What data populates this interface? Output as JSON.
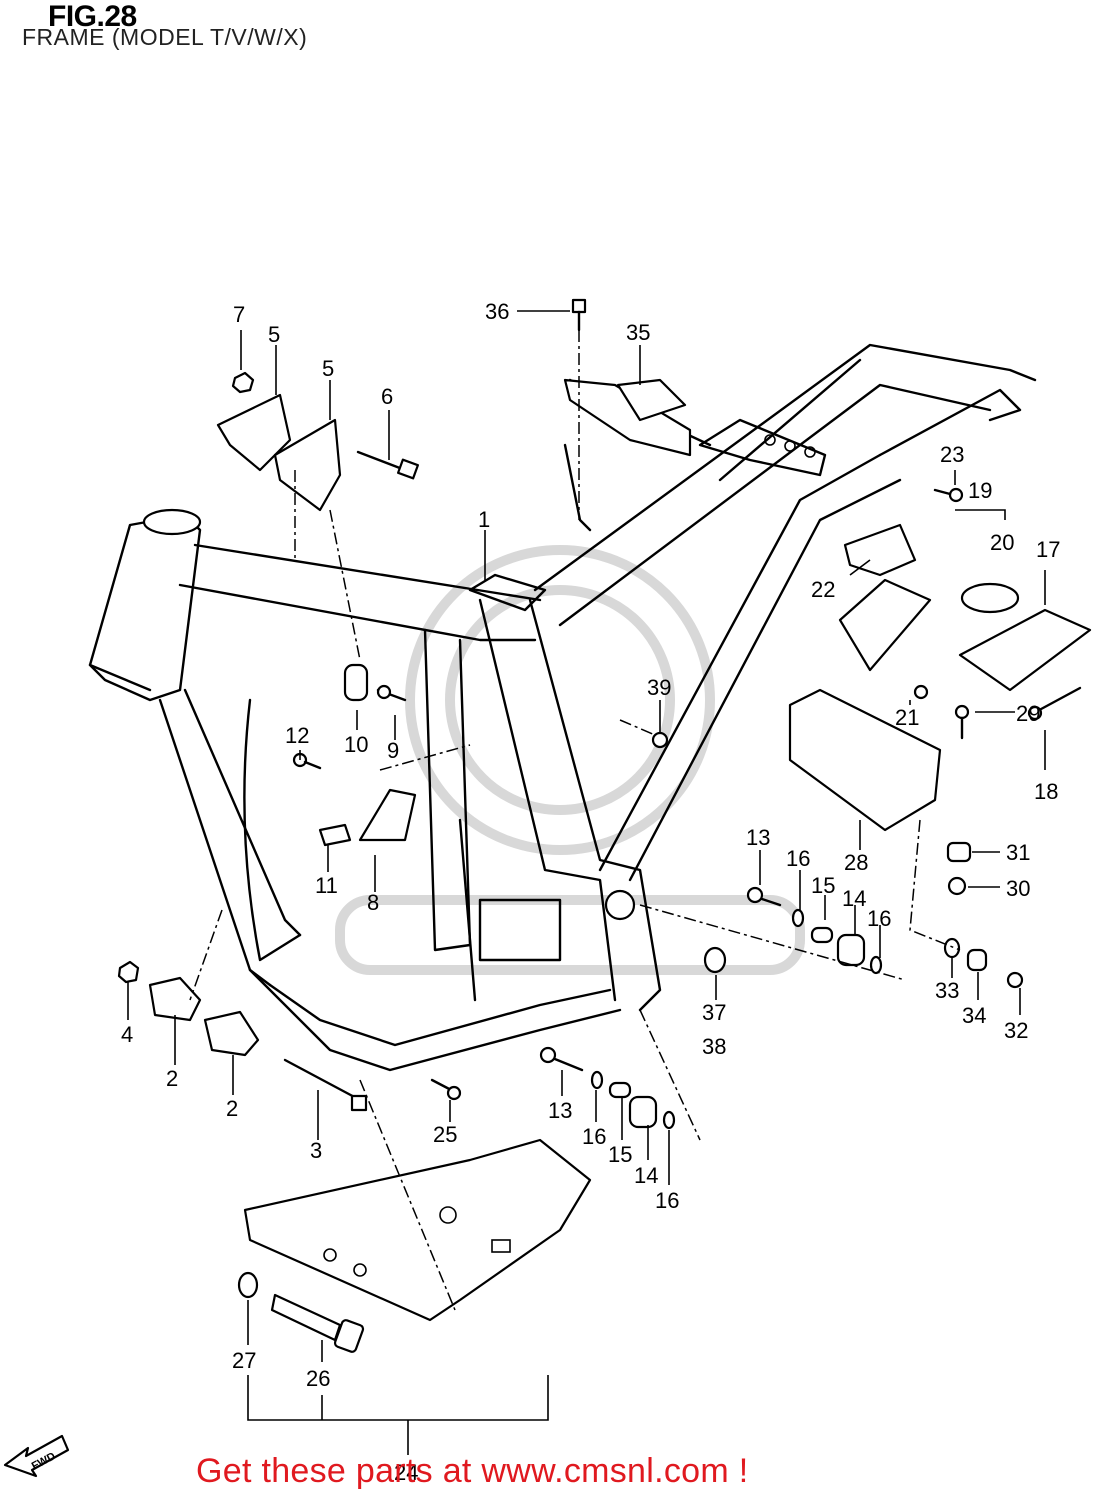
{
  "header": {
    "figure_number": "FIG.28",
    "subtitle": "FRAME (MODEL T/V/W/X)"
  },
  "footer": {
    "promo_text": "Get these parts at www.cmsnl.com !",
    "direction_arrow_label": "FWD"
  },
  "callouts": {
    "c1": "1",
    "c2a": "2",
    "c2b": "2",
    "c3": "3",
    "c4": "4",
    "c5a": "5",
    "c5b": "5",
    "c6": "6",
    "c7": "7",
    "c8": "8",
    "c9": "9",
    "c10": "10",
    "c11": "11",
    "c12": "12",
    "c13a": "13",
    "c13b": "13",
    "c14a": "14",
    "c14b": "14",
    "c15a": "15",
    "c15b": "15",
    "c16a": "16",
    "c16b": "16",
    "c16c": "16",
    "c16d": "16",
    "c17": "17",
    "c18": "18",
    "c19": "19",
    "c20": "20",
    "c21": "21",
    "c22": "22",
    "c23": "23",
    "c24": "24",
    "c25": "25",
    "c26": "26",
    "c27": "27",
    "c28": "28",
    "c29": "29",
    "c30": "30",
    "c31": "31",
    "c32": "32",
    "c33": "33",
    "c34": "34",
    "c35": "35",
    "c36": "36",
    "c37": "37",
    "c38": "38",
    "c39": "39"
  },
  "colors": {
    "promo_text": "#e0191f",
    "line_art": "#000000",
    "background": "#ffffff",
    "watermark": "#d8d8d8"
  }
}
